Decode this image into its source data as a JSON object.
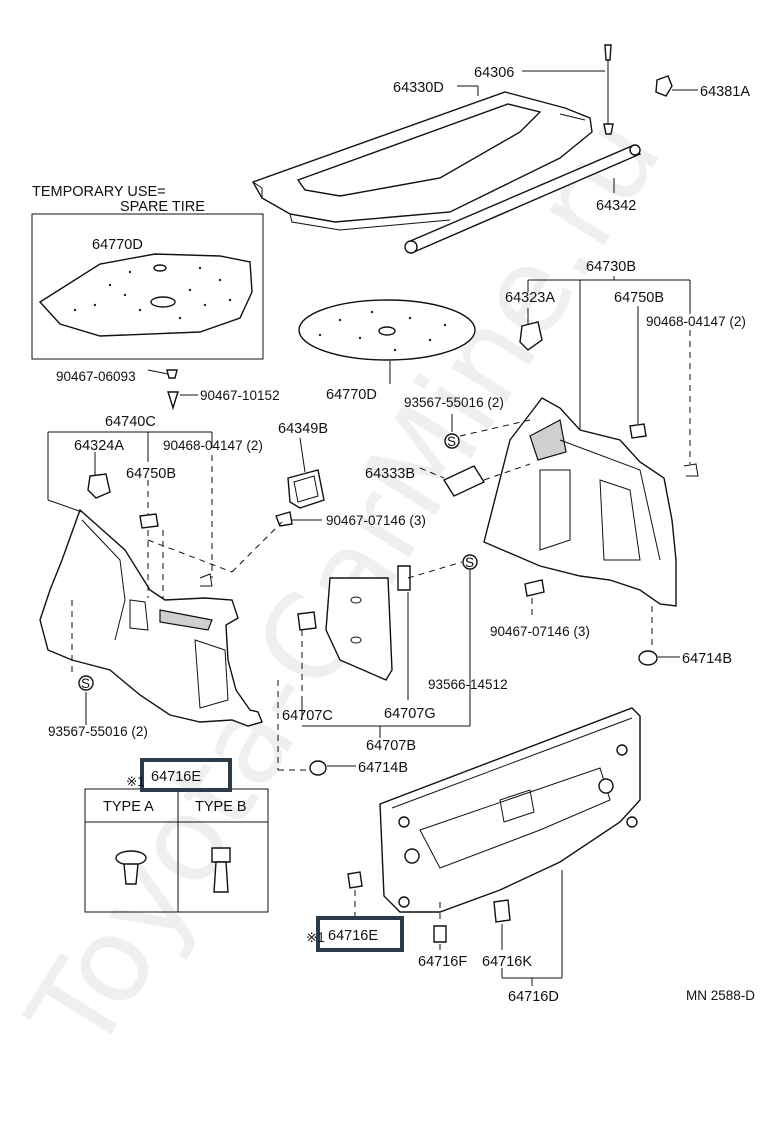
{
  "watermark": "Toyota-CarMine.ru",
  "diagram_code": "MN 2588-D",
  "spare_tire_caption": {
    "line1": "TEMPORARY USE=",
    "line2": "SPARE TIRE"
  },
  "legend": {
    "mark": "※1",
    "part_number": "64716E",
    "type_a": "TYPE A",
    "type_b": "TYPE B"
  },
  "labels": {
    "p64306": "64306",
    "p64330D": "64330D",
    "p64381A": "64381A",
    "p64342": "64342",
    "p64770D_box": "64770D",
    "p64770D": "64770D",
    "p90467_06093": "90467-06093",
    "p90467_10152": "90467-10152",
    "p64740C": "64740C",
    "p64324A": "64324A",
    "p90468_04147_left": "90468-04147 (2)",
    "p64750B_left": "64750B",
    "p64349B": "64349B",
    "p90467_07146_center": "90467-07146 (3)",
    "p93567_55016_left": "93567-55016 (2)",
    "p64730B": "64730B",
    "p64323A": "64323A",
    "p64750B_right": "64750B",
    "p90468_04147_right": "90468-04147 (2)",
    "p93567_55016_right": "93567-55016 (2)",
    "p64333B": "64333B",
    "p90467_07146_right": "90467-07146 (3)",
    "p64714B_right": "64714B",
    "p93566_14512": "93566-14512",
    "p64707C": "64707C",
    "p64707G": "64707G",
    "p64707B": "64707B",
    "p64714B_center": "64714B",
    "p64716E_bottom": "64716E",
    "p64716F": "64716F",
    "p64716K": "64716K",
    "p64716D": "64716D"
  }
}
